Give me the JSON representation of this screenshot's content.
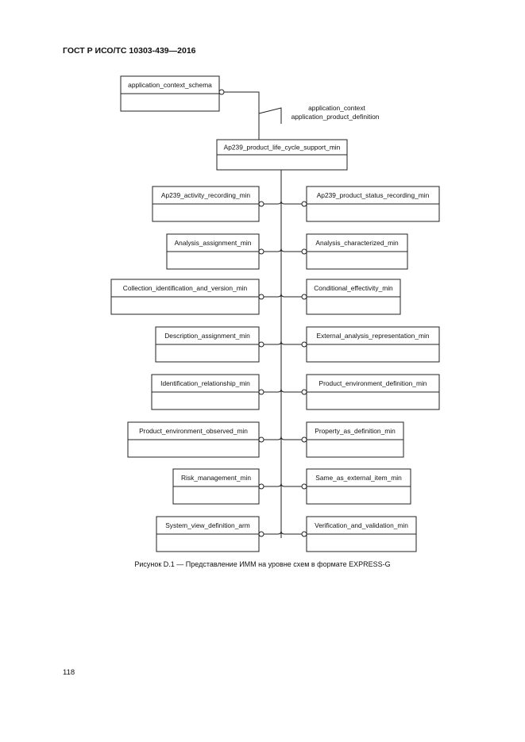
{
  "header": {
    "title": "ГОСТ Р ИСО/ТС 10303-439—2016"
  },
  "diagram": {
    "context_schema": "application_context_schema",
    "rule_labels": [
      "application_context",
      "application_product_definition"
    ],
    "main_schema": "Ap239_product_life_cycle_support_min",
    "left_schemas": [
      "Ap239_activity_recording_min",
      "Analysis_assignment_min",
      "Collection_identification_and_version_min",
      "Description_assignment_min",
      "Identification_relationship_min",
      "Product_environment_observed_min",
      "Risk_management_min",
      "System_view_definition_arm"
    ],
    "right_schemas": [
      "Ap239_product_status_recording_min",
      "Analysis_characterized_min",
      "Conditional_effectivity_min",
      "External_analysis_representation_min",
      "Product_environment_definition_min",
      "Property_as_definition_min",
      "Same_as_external_item_min",
      "Verification_and_validation_min"
    ]
  },
  "caption": "Рисунок D.1 — Представление ИММ на уровне схем в формате EXPRESS-G",
  "page_number": "118"
}
